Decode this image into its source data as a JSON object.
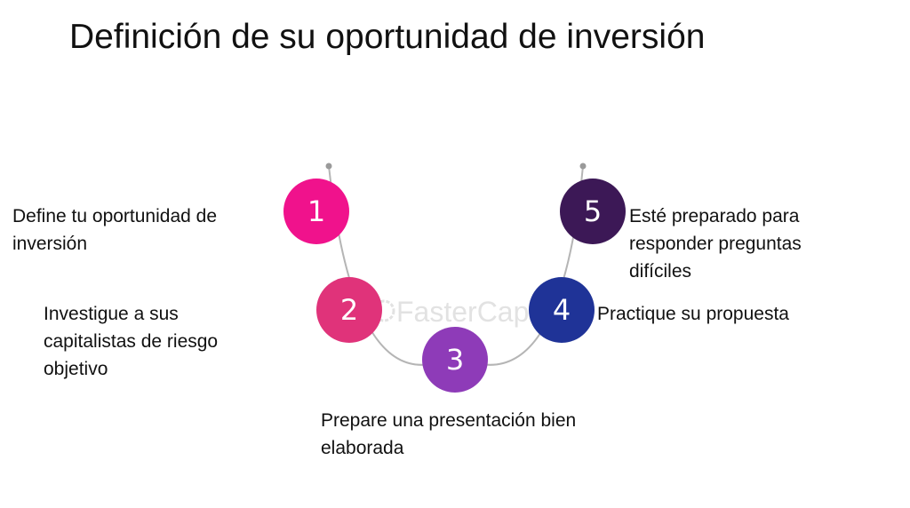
{
  "title": "Definición de su oportunidad de inversión",
  "steps": [
    {
      "number": "1",
      "label": "Define tu oportunidad de inversión",
      "color": "#f0128c"
    },
    {
      "number": "2",
      "label": "Investigue a sus capitalistas de riesgo objetivo",
      "color": "#e0337a"
    },
    {
      "number": "3",
      "label": "Prepare una presentación bien elaborada",
      "color": "#8e3bb8"
    },
    {
      "number": "4",
      "label": "Practique su propuesta",
      "color": "#1f3397"
    },
    {
      "number": "5",
      "label": "Esté preparado para responder preguntas difíciles",
      "color": "#3c1856"
    }
  ],
  "watermark": "FasterCapital",
  "arc_color": "#b5b5b5"
}
